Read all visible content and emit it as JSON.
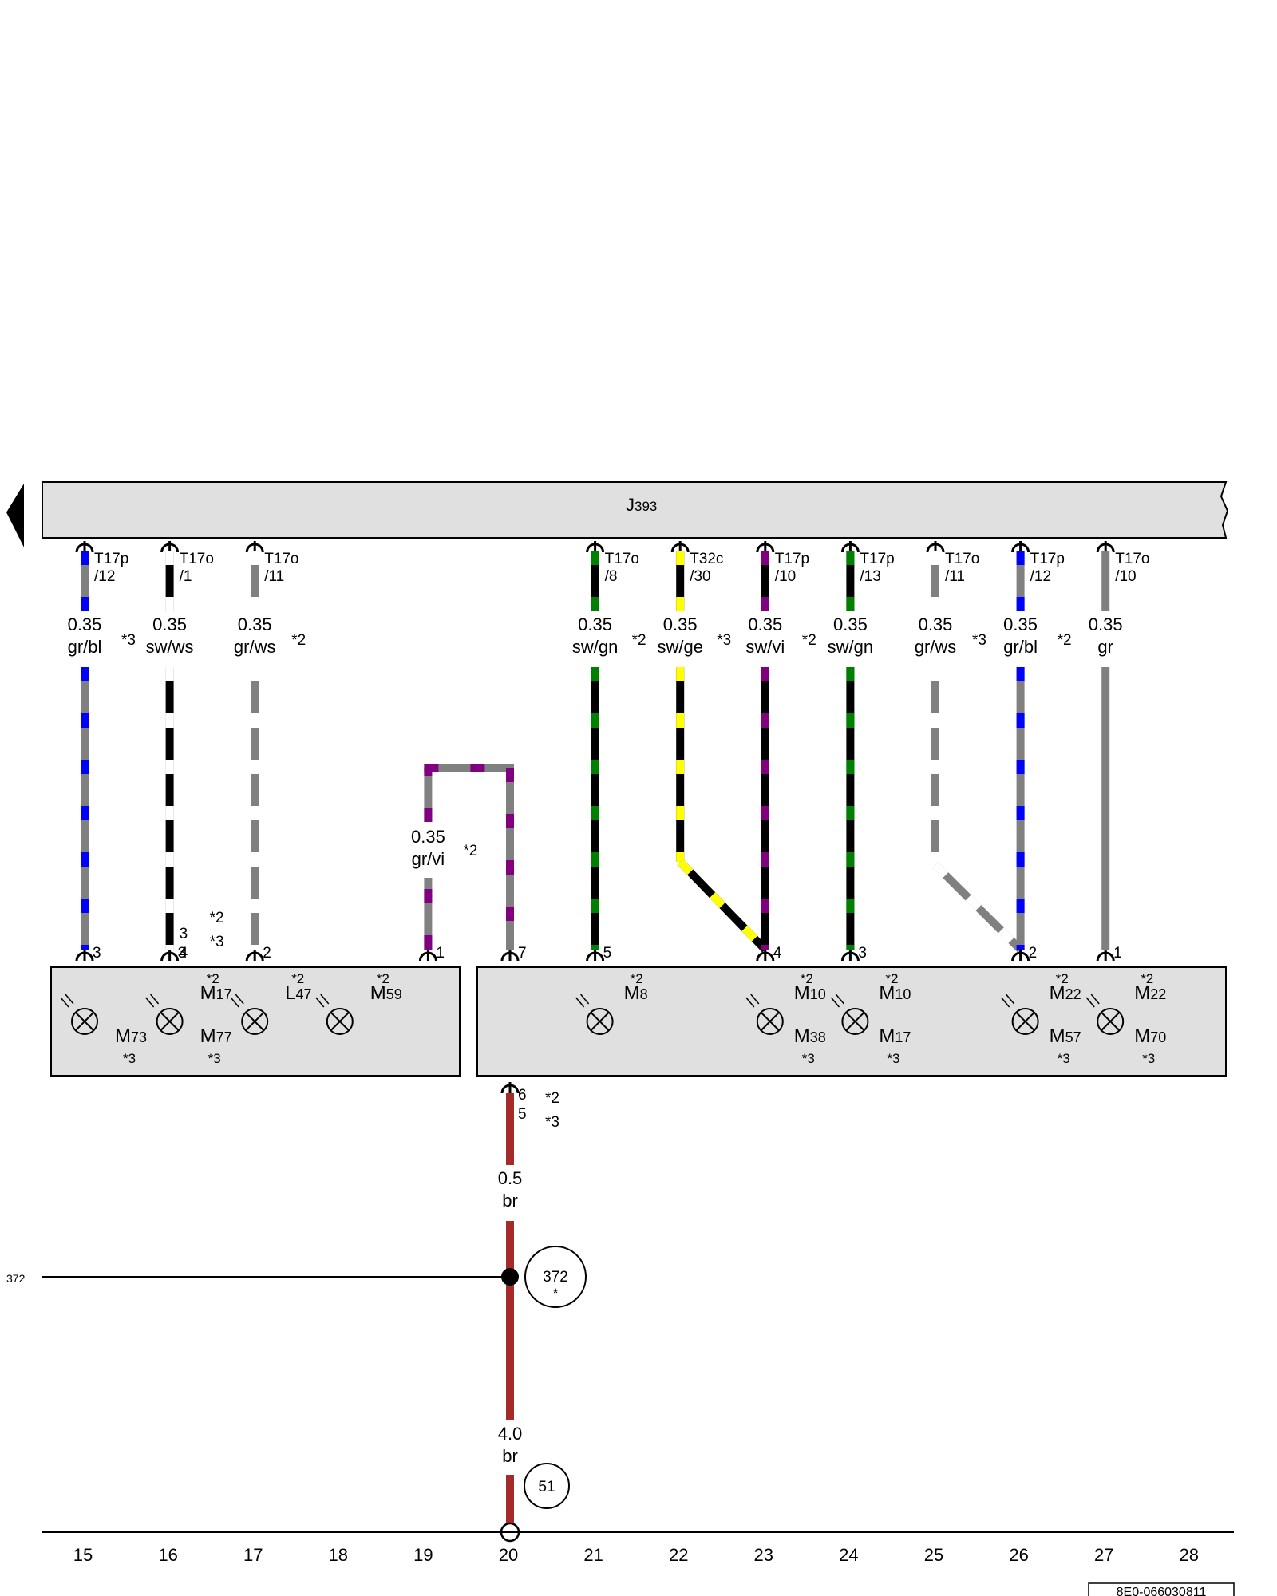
{
  "control_unit": {
    "name": "J",
    "sub": "393"
  },
  "colors": {
    "gr": "#808080",
    "bl": "#0000ff",
    "sw": "#000000",
    "ws": "#ffffff",
    "gn": "#008000",
    "ge": "#ffff00",
    "vi": "#800080",
    "br": "#a52a2a",
    "box_fill": "#e0e0e0",
    "line": "#000000"
  },
  "wires": [
    {
      "id": "w15",
      "col": 15,
      "conn": "T17p",
      "pin": "/12",
      "size": "0.35",
      "code": "gr/bl",
      "fn": "*3",
      "c1": "gr",
      "c2": "bl",
      "bpin": "3"
    },
    {
      "id": "w16",
      "col": 16,
      "conn": "T17o",
      "pin": "/1",
      "size": "0.35",
      "code": "sw/ws",
      "fn": "",
      "c1": "sw",
      "c2": "ws",
      "bpin": "3",
      "bpin2": "4",
      "bfn1": "*2",
      "bfn2": "*3"
    },
    {
      "id": "w17",
      "col": 17,
      "conn": "T17o",
      "pin": "/11",
      "size": "0.35",
      "code": "gr/ws",
      "fn": "*2",
      "c1": "gr",
      "c2": "ws",
      "bpin": "2"
    },
    {
      "id": "w21",
      "col": 21,
      "conn": "T17o",
      "pin": "/8",
      "size": "0.35",
      "code": "sw/gn",
      "fn": "*2",
      "c1": "sw",
      "c2": "gn",
      "bpin": "5"
    },
    {
      "id": "w22",
      "col": 22,
      "conn": "T32c",
      "pin": "/30",
      "size": "0.35",
      "code": "sw/ge",
      "fn": "*3",
      "c1": "sw",
      "c2": "ge",
      "bpin": ""
    },
    {
      "id": "w23",
      "col": 23,
      "conn": "T17p",
      "pin": "/10",
      "size": "0.35",
      "code": "sw/vi",
      "fn": "*2",
      "c1": "sw",
      "c2": "vi",
      "bpin": "4"
    },
    {
      "id": "w24",
      "col": 24,
      "conn": "T17p",
      "pin": "/13",
      "size": "0.35",
      "code": "sw/gn",
      "fn": "",
      "c1": "sw",
      "c2": "gn",
      "bpin": "3"
    },
    {
      "id": "w25",
      "col": 25,
      "conn": "T17o",
      "pin": "/11",
      "size": "0.35",
      "code": "gr/ws",
      "fn": "*3",
      "c1": "gr",
      "c2": "ws",
      "bpin": ""
    },
    {
      "id": "w26",
      "col": 26,
      "conn": "T17p",
      "pin": "/12",
      "size": "0.35",
      "code": "gr/bl",
      "fn": "*2",
      "c1": "gr",
      "c2": "bl",
      "bpin": "2"
    },
    {
      "id": "w27",
      "col": 27,
      "conn": "T17o",
      "pin": "/10",
      "size": "0.35",
      "code": "gr",
      "fn": "",
      "c1": "gr",
      "c2": "gr",
      "bpin": "1"
    }
  ],
  "loop_wire": {
    "size": "0.35",
    "code": "gr/vi",
    "fn": "*2",
    "pin_left": "1",
    "pin_right": "7"
  },
  "bulbs_left": [
    {
      "col": 15,
      "name": "M",
      "sub": "73",
      "fn_below": "*3",
      "fn_above": ""
    },
    {
      "col": 16,
      "name": "M",
      "sub": "77",
      "fn_below": "*3",
      "fn_above": ""
    },
    {
      "col": 16,
      "name": "M",
      "sub": "17",
      "fn_below": "",
      "fn_above": "*2",
      "top": true
    },
    {
      "col": 17,
      "name": "L",
      "sub": "47",
      "fn_below": "",
      "fn_above": "*2",
      "top": true
    },
    {
      "col": 18,
      "name": "M",
      "sub": "59",
      "fn_below": "",
      "fn_above": "*2",
      "top": true
    }
  ],
  "bulbs_right": [
    {
      "col": 21,
      "name": "M",
      "sub": "8",
      "fn_above": "*2",
      "top": true
    },
    {
      "col": 23,
      "name": "M",
      "sub": "10",
      "fn_above": "*2",
      "top": true
    },
    {
      "col": 23,
      "name": "M",
      "sub": "38",
      "fn_below": "*3"
    },
    {
      "col": 24,
      "name": "M",
      "sub": "10",
      "fn_above": "*2",
      "top": true
    },
    {
      "col": 24,
      "name": "M",
      "sub": "17",
      "fn_below": "*3"
    },
    {
      "col": 26,
      "name": "M",
      "sub": "22",
      "fn_above": "*2",
      "top": true
    },
    {
      "col": 26,
      "name": "M",
      "sub": "57",
      "fn_below": "*3"
    },
    {
      "col": 27,
      "name": "M",
      "sub": "22",
      "fn_above": "*2",
      "top": true
    },
    {
      "col": 27,
      "name": "M",
      "sub": "70",
      "fn_below": "*3"
    }
  ],
  "ground": {
    "pin_a": "6",
    "pin_b": "5",
    "fn_a": "*2",
    "fn_b": "*3",
    "upper_size": "0.5",
    "upper_code": "br",
    "lower_size": "4.0",
    "lower_code": "br",
    "junction_ref": "372",
    "junction_note": "*",
    "left_ref": "372",
    "earth_ref": "51"
  },
  "columns": [
    "15",
    "16",
    "17",
    "18",
    "19",
    "20",
    "21",
    "22",
    "23",
    "24",
    "25",
    "26",
    "27",
    "28"
  ],
  "drawing_id": "8E0-066030811"
}
